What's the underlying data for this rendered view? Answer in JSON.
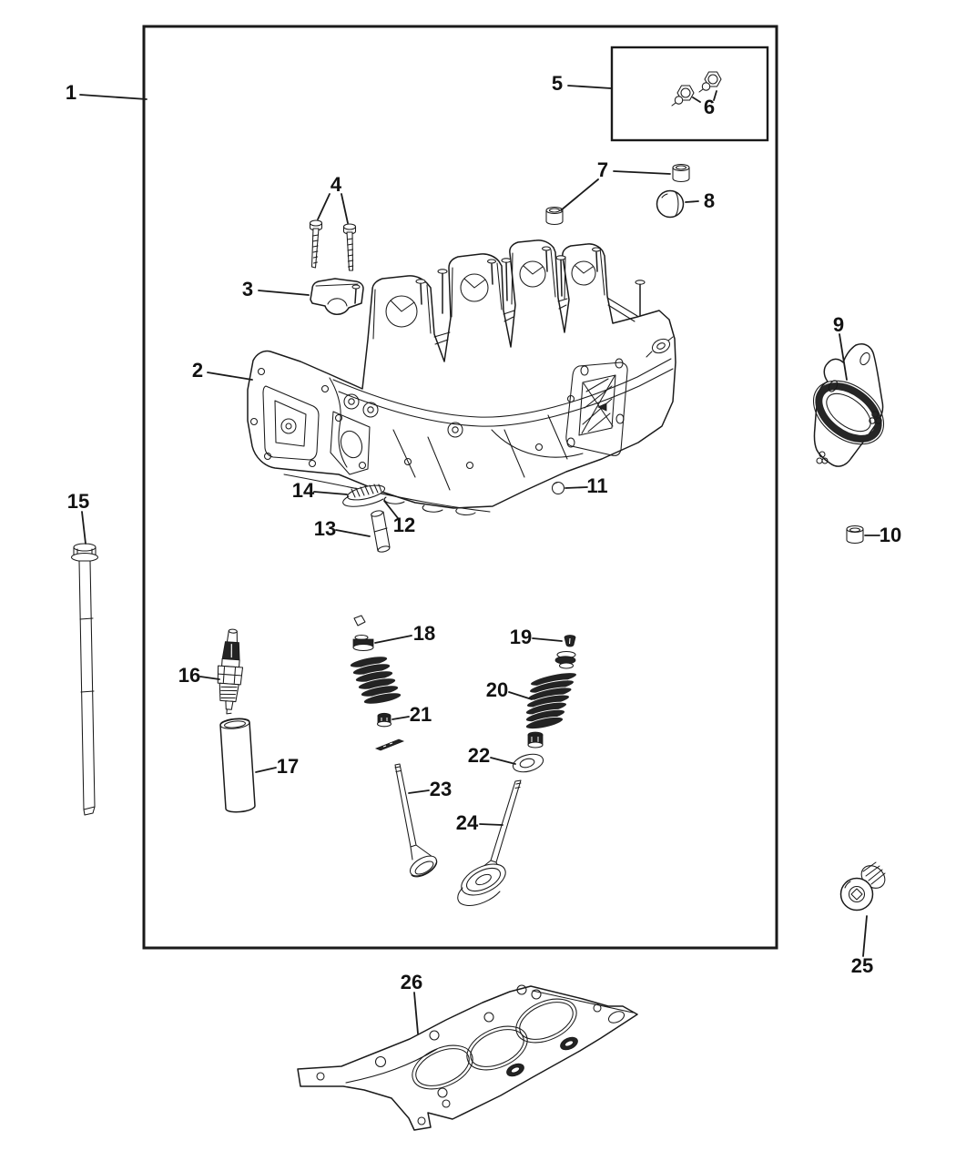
{
  "diagram": {
    "kind": "exploded-parts-diagram",
    "background": "#ffffff",
    "line_color": "#1a1a1a",
    "dark_fill": "#232323",
    "callout_count": 26,
    "callouts": {
      "c1": {
        "label": "1"
      },
      "c2": {
        "label": "2"
      },
      "c3": {
        "label": "3"
      },
      "c4": {
        "label": "4"
      },
      "c5": {
        "label": "5"
      },
      "c6": {
        "label": "6"
      },
      "c7": {
        "label": "7"
      },
      "c8": {
        "label": "8"
      },
      "c9": {
        "label": "9"
      },
      "c10": {
        "label": "10"
      },
      "c11": {
        "label": "11"
      },
      "c12": {
        "label": "12"
      },
      "c13": {
        "label": "13"
      },
      "c14": {
        "label": "14"
      },
      "c15": {
        "label": "15"
      },
      "c16": {
        "label": "16"
      },
      "c17": {
        "label": "17"
      },
      "c18": {
        "label": "18"
      },
      "c19": {
        "label": "19"
      },
      "c20": {
        "label": "20"
      },
      "c21": {
        "label": "21"
      },
      "c22": {
        "label": "22"
      },
      "c23": {
        "label": "23"
      },
      "c24": {
        "label": "24"
      },
      "c25": {
        "label": "25"
      },
      "c26": {
        "label": "26"
      }
    }
  }
}
